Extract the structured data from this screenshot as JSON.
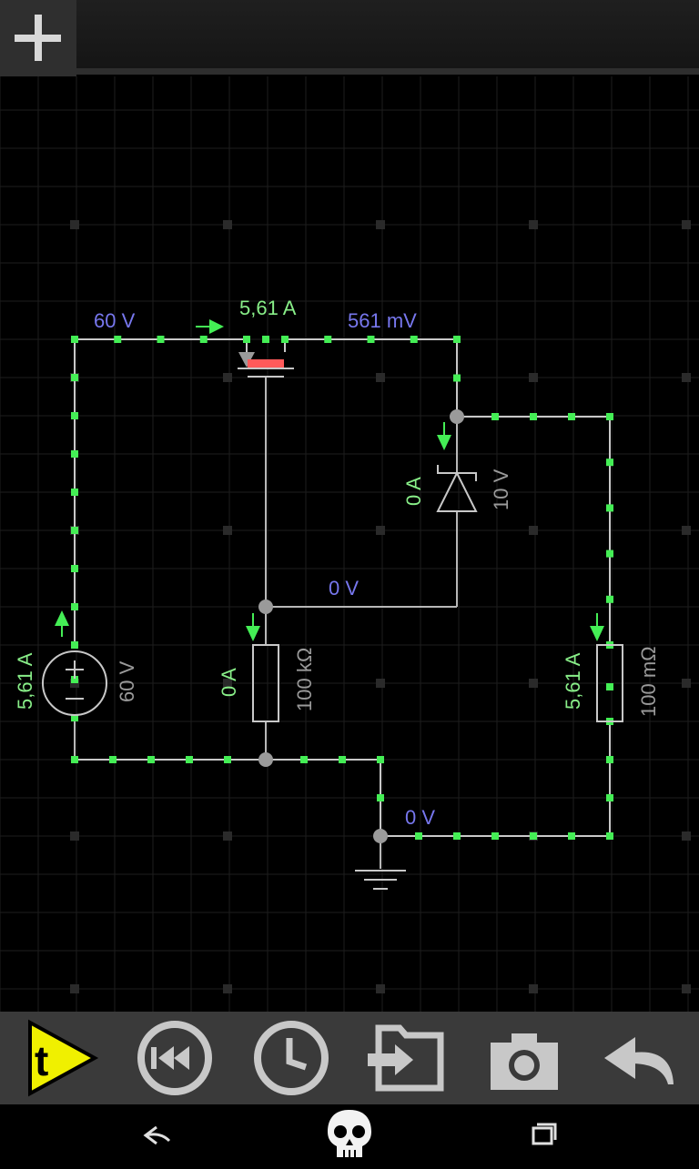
{
  "topbar": {
    "add_icon": "plus-icon"
  },
  "circuit": {
    "source_voltage": "60 V",
    "source_current": "5,61 A",
    "source_value": "60 V",
    "switch_current": "5,61 A",
    "switch_drop": "561 mV",
    "zener_current": "0 A",
    "zener_value": "10 V",
    "node_voltage_mid": "0 V",
    "resistor1_current": "0 A",
    "resistor1_value": "100 kΩ",
    "resistor2_current": "5,61 A",
    "resistor2_value": "100 mΩ",
    "ground_voltage": "0 V"
  },
  "colors": {
    "wire_active": "#44ee55",
    "wire_idle": "#b8b8b8",
    "voltage_label": "#7777ee",
    "current_label": "#88ee88",
    "value_label": "#9a9a9a",
    "switch_contact": "#ff5a5a",
    "toolbar_bg": "#3a3a3a",
    "accent_yellow": "#f0f000"
  },
  "toolbar": {
    "items": [
      {
        "icon": "tinkercad-play-icon"
      },
      {
        "icon": "rewind-icon"
      },
      {
        "icon": "clock-icon"
      },
      {
        "icon": "export-icon"
      },
      {
        "icon": "camera-icon"
      },
      {
        "icon": "undo-icon"
      }
    ]
  },
  "navbar": {
    "items": [
      {
        "icon": "back-arrow-icon"
      },
      {
        "icon": "skull-home-icon"
      },
      {
        "icon": "recent-apps-icon"
      }
    ]
  }
}
